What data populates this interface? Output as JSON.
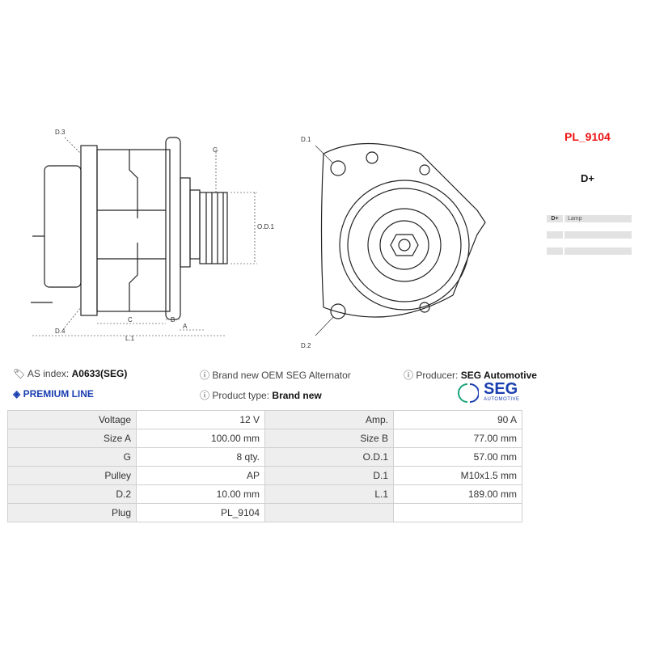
{
  "drawing": {
    "side_labels": [
      "D.3",
      "G",
      "O.D.1",
      "D.4",
      "C",
      "B",
      "A",
      "L.1"
    ],
    "front_labels": [
      "D.1",
      "D.2"
    ]
  },
  "plug": {
    "code": "PL_9104",
    "title": "D+",
    "pins": [
      {
        "pin": "D+",
        "desc": "Lamp"
      },
      {
        "pin": "",
        "desc": ""
      },
      {
        "pin": "",
        "desc": ""
      }
    ],
    "code_color": "#ee1111"
  },
  "info": {
    "as_index_label": "AS index:",
    "as_index_value": "A0633(SEG)",
    "premium": "PREMIUM LINE",
    "description": "Brand new OEM SEG Alternator",
    "product_type_label": "Product type:",
    "product_type_value": "Brand new",
    "producer_label": "Producer:",
    "producer_value": "SEG Automotive",
    "logo_text": "SEG",
    "logo_sub": "AUTOMOTIVE",
    "premium_color": "#1a3fb0"
  },
  "specs": [
    [
      "Voltage",
      "12 V",
      "Amp.",
      "90 A"
    ],
    [
      "Size A",
      "100.00 mm",
      "Size B",
      "77.00 mm"
    ],
    [
      "G",
      "8 qty.",
      "O.D.1",
      "57.00 mm"
    ],
    [
      "Pulley",
      "AP",
      "D.1",
      "M10x1.5 mm"
    ],
    [
      "D.2",
      "10.00 mm",
      "L.1",
      "189.00 mm"
    ],
    [
      "Plug",
      "PL_9104",
      "",
      ""
    ]
  ]
}
